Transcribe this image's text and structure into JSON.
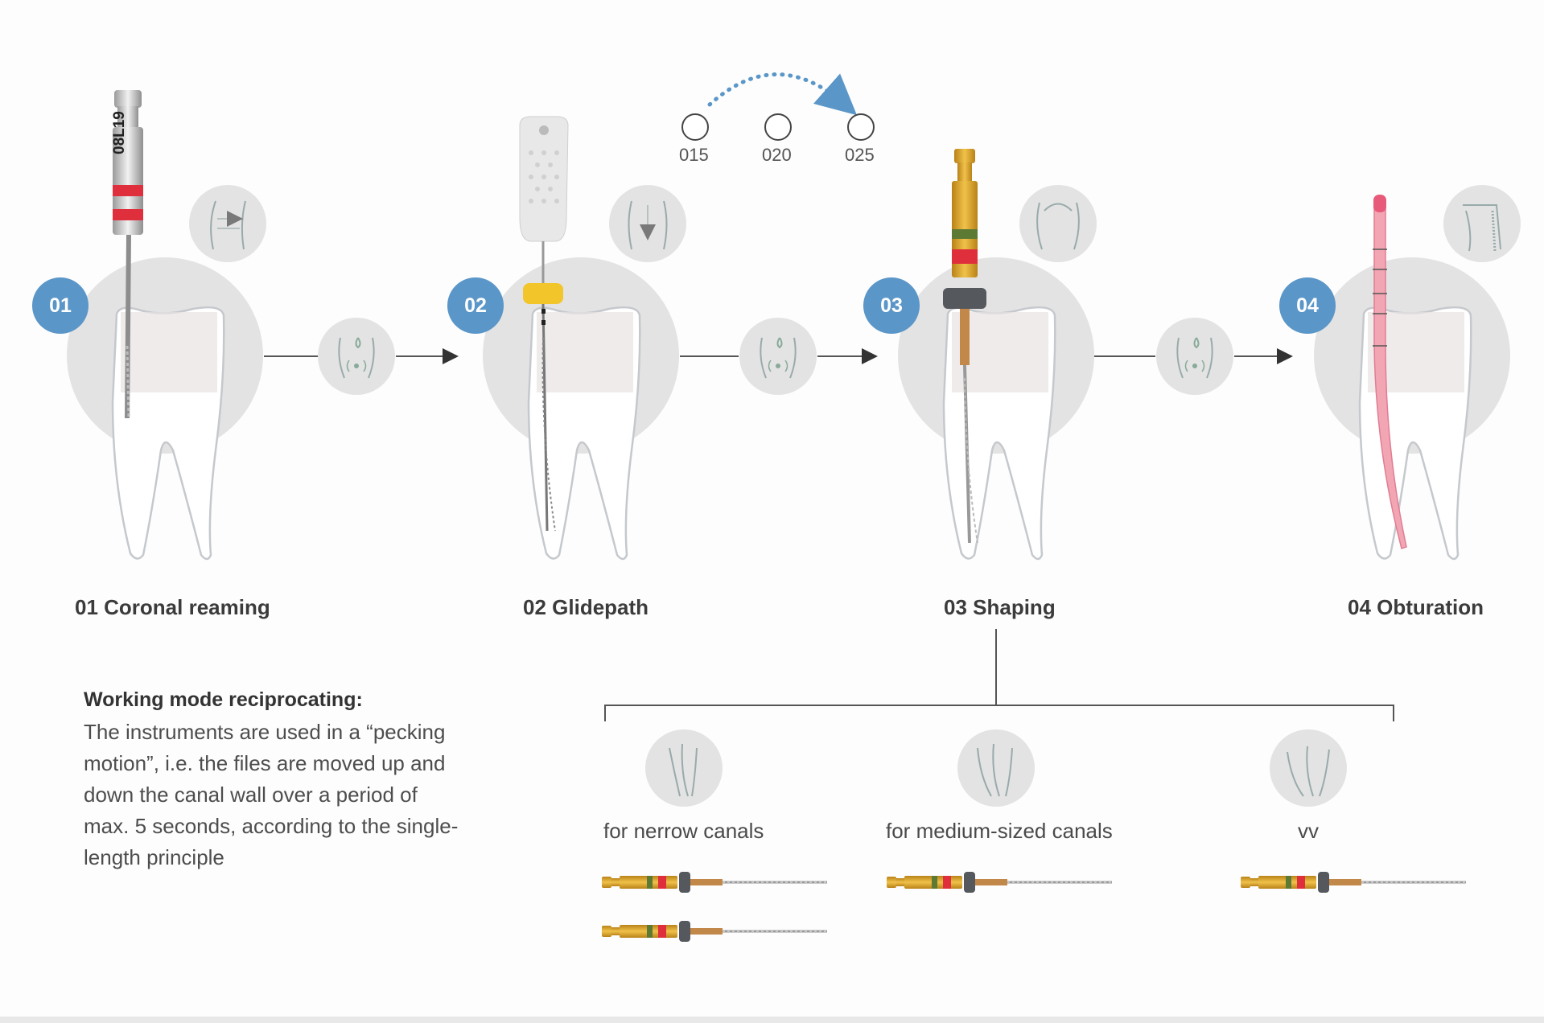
{
  "steps": [
    {
      "number": "01",
      "title": "01 Coronal reaming"
    },
    {
      "number": "02",
      "title": "02 Glidepath"
    },
    {
      "number": "03",
      "title": "03 Shaping"
    },
    {
      "number": "04",
      "title": "04 Obturation"
    }
  ],
  "glidepath_sizes": [
    "015",
    "020",
    "025"
  ],
  "instrument_marking": "08L19",
  "description": {
    "heading": "Working mode reciprocating:",
    "body": "The instruments are used in a “pecking motion”, i.e. the files are moved up and down the canal wall over a period of max. 5 seconds, according to the single-length principle"
  },
  "canal_types": [
    {
      "label": "for nerrow canals"
    },
    {
      "label": "for medium-sized canals"
    },
    {
      "label": "vv"
    }
  ],
  "colors": {
    "accent_blue": "#5a96c8",
    "circle_gray": "#e3e3e3",
    "file_gold": "#d4a12a",
    "ring_red": "#e02f3c",
    "gutta_pink": "#f2a6b4",
    "stopper_yellow": "#f2c62a"
  },
  "icons": [
    "reaming-motion-icon",
    "irrigation-icon",
    "glide-motion-icon",
    "shaping-motion-icon",
    "obturation-icon",
    "canal-shape-icon"
  ]
}
